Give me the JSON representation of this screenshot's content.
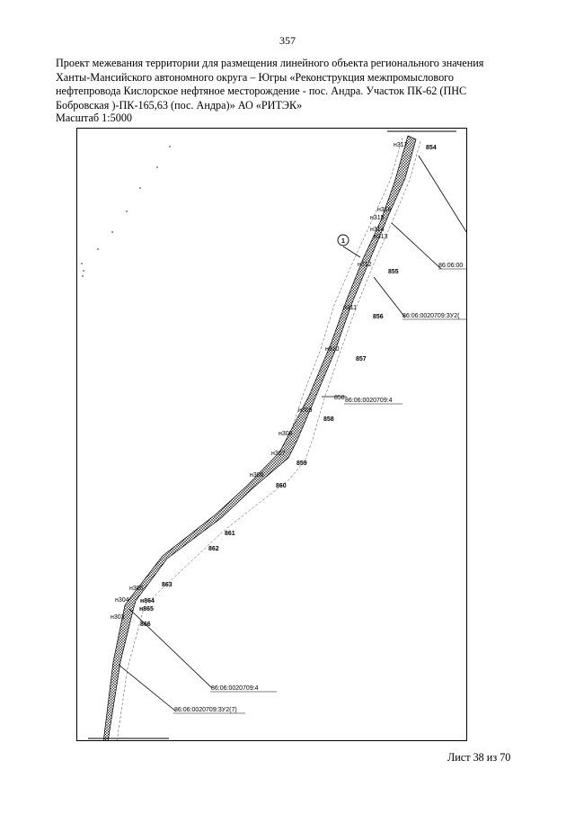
{
  "page": {
    "number": "357",
    "title_lines": [
      "Проект межевания  территории для размещения линейного объекта регионального значения",
      "Ханты-Мансийского автономного округа – Югры  «Реконструкция межпромыслового",
      "нефтепровода Кислорское нефтяное месторождение - пос. Андра. Участок ПК-62 (ПНС",
      "Бобровская )-ПК-165,63 (пос. Андра)» АО «РИТЭК»"
    ],
    "scale": "Масштаб 1:5000",
    "sheet": "Лист 38 из 70"
  },
  "map": {
    "zone_marker": "1",
    "points": [
      {
        "label": "н317"
      },
      {
        "label": "854"
      },
      {
        "label": "н316"
      },
      {
        "label": "н315"
      },
      {
        "label": "н314"
      },
      {
        "label": "н313"
      },
      {
        "label": "н312"
      },
      {
        "label": "855"
      },
      {
        "label": "н311"
      },
      {
        "label": "856"
      },
      {
        "label": "н310"
      },
      {
        "label": "857"
      },
      {
        "label": "858"
      },
      {
        "label": "н309"
      },
      {
        "label": "858"
      },
      {
        "label": "н308"
      },
      {
        "label": "н307"
      },
      {
        "label": "859"
      },
      {
        "label": "н306"
      },
      {
        "label": "860"
      },
      {
        "label": "861"
      },
      {
        "label": "862"
      },
      {
        "label": "863"
      },
      {
        "label": "н305"
      },
      {
        "label": "н304"
      },
      {
        "label": "н864"
      },
      {
        "label": "н865"
      },
      {
        "label": "н303"
      },
      {
        "label": "866"
      }
    ],
    "parcels": [
      {
        "label": "86:06:00"
      },
      {
        "label": "86:06:0020709:ЗУ2("
      },
      {
        "label": "86:06:0020709:4"
      },
      {
        "label": "86:06:0020709:4"
      },
      {
        "label": "86:06:0020709:ЗУ2(7)"
      }
    ]
  }
}
